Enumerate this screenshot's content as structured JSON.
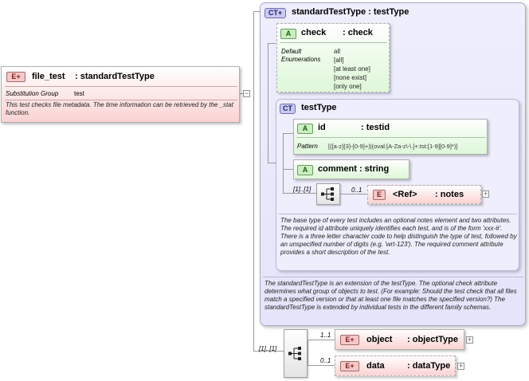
{
  "file_test": {
    "badge": "E",
    "name": "file_test",
    "type": ": standardTestType",
    "subst_label": "Substitution Group",
    "subst_value": "test",
    "description": "This test checks file metadata.  The time information can be retrieved by the _stat function."
  },
  "standard_type": {
    "badge": "CT",
    "title": "standardTestType : testType",
    "description": "The standardTestType is an extension of the testType.  The optional check attribute determines what group of objects to test.  (For example: Should the test check that all files match a specified version or that at least one file matches the specified version?)  The standardTestType is extended by individual tests in the different family schemas."
  },
  "check_attr": {
    "badge": "A",
    "name": "check",
    "type": ": check",
    "default_label": "Default",
    "enum_label": "Enumerations",
    "default_value": "all",
    "enumerations": [
      "[all]",
      "[at least one]",
      "[none exist]",
      "[only one]"
    ]
  },
  "test_type": {
    "badge": "CT",
    "title": "testType",
    "description": "The base type of every test includes an optional notes element and two attributes.  The required id attribute uniquely identifies each test, and is of the form 'xxx-#'.  There is a three letter character code to help distinguish the type of test, followed by an unspecified number of digits (e.g. 'wrt-123').  The required comment attribute provides a short description of the test."
  },
  "id_attr": {
    "badge": "A",
    "name": "id",
    "type": ": testid",
    "pattern_label": "Pattern",
    "pattern_value": "[([a-z]{3}-[0-9]+)|(oval:[A-Za-z\\-\\.]+:tst:[1-9][0-9]*)]"
  },
  "comment_attr": {
    "badge": "A",
    "name": "comment : string"
  },
  "seq1": {
    "multiplicity": "[1]..[1]"
  },
  "ref_notes": {
    "badge": "E",
    "name": "<Ref>",
    "type": ": notes",
    "multiplicity": "0..1"
  },
  "seq2": {
    "multiplicity": "[1]..[1]"
  },
  "object_el": {
    "badge": "E",
    "name": "object",
    "type": ": objectType",
    "multiplicity": "1..1"
  },
  "data_el": {
    "badge": "E",
    "name": "data",
    "type": ": dataType",
    "multiplicity": "0..1"
  },
  "collapse_sign": "−",
  "expand_sign": "+"
}
